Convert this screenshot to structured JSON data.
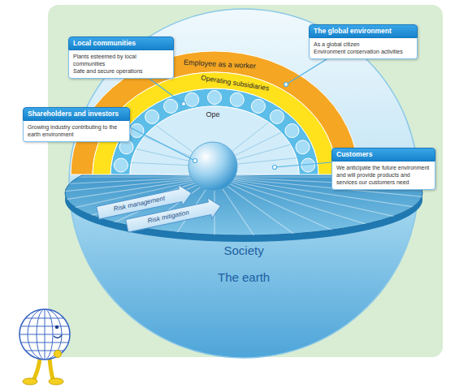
{
  "diagram": {
    "nodes": [
      {
        "text": [
          "The global environment",
          "As a global citizen",
          "Environment conservation activities"
        ]
      },
      {
        "text": [
          "Local communities",
          "Plants esteemed by local communities",
          "Safe and secure operations"
        ]
      },
      {
        "text": [
          "Employee as a worker"
        ]
      },
      {
        "text": [
          "Operating subsidiaries"
        ]
      },
      {
        "text": [
          "Ope"
        ]
      },
      {
        "text": [
          "Shareholders and investors",
          "Growing industry contributing to the earth environment"
        ]
      },
      {
        "text": [
          "Customers",
          "We anticipate the future environment and will provide products and services our customers need"
        ]
      },
      {
        "text": [
          "Risk management"
        ]
      },
      {
        "text": [
          "Risk mitigation"
        ]
      }
    ],
    "labels": [
      "Society",
      "The earth"
    ]
  }
}
